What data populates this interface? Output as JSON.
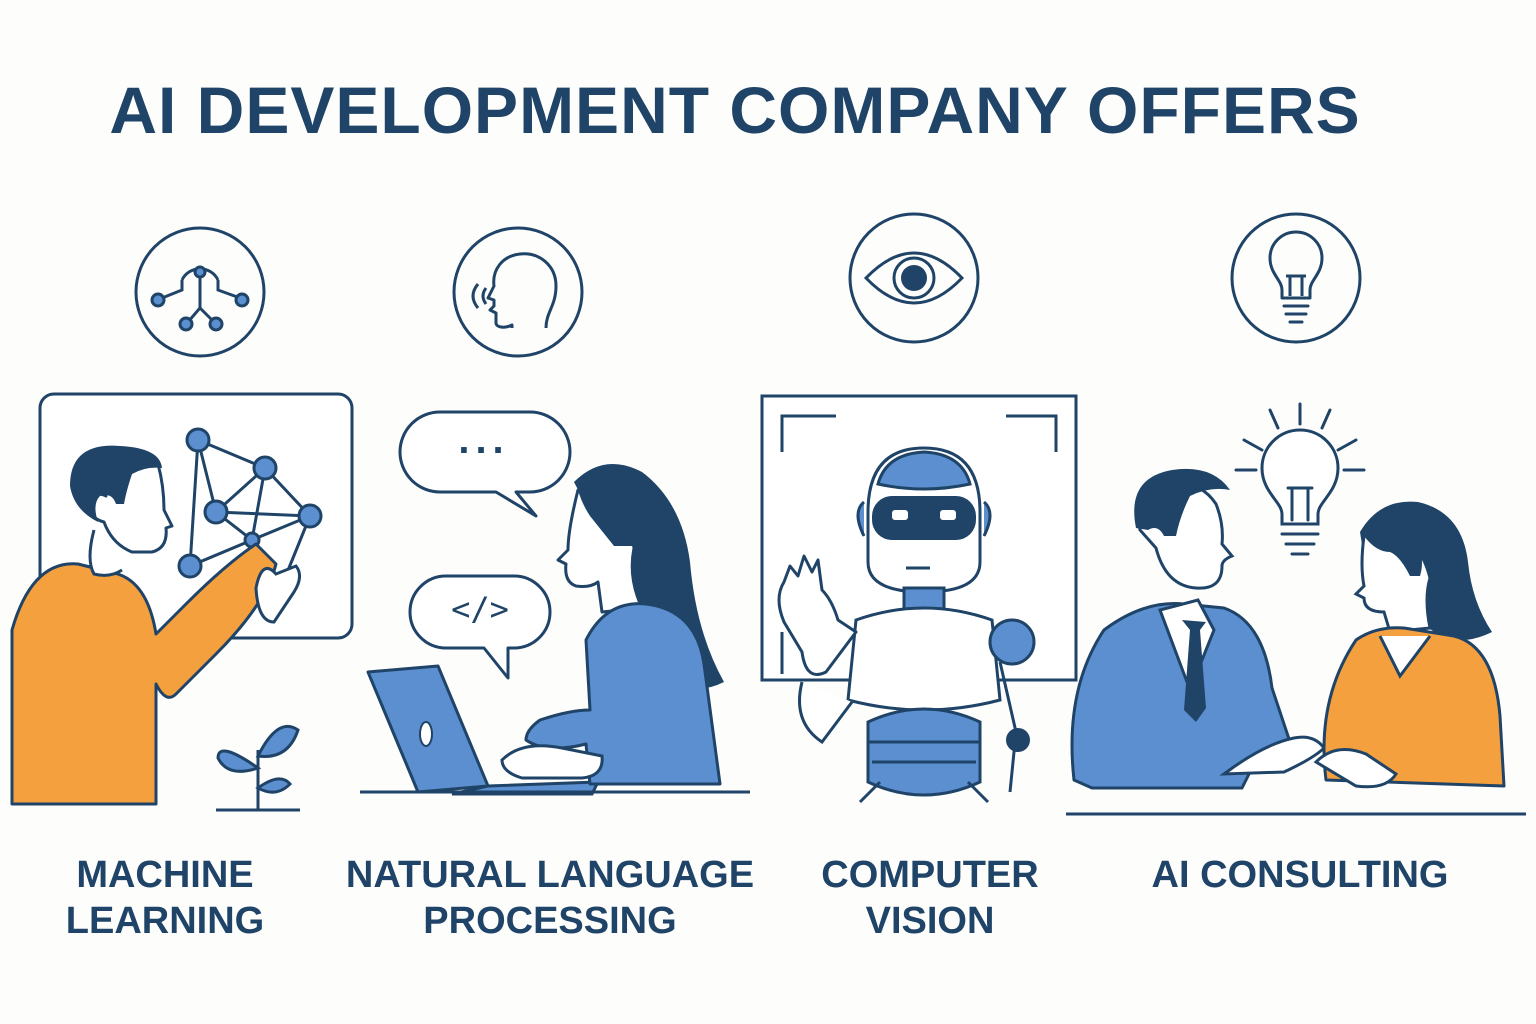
{
  "title": "AI DEVELOPMENT COMPANY OFFERS",
  "services": [
    {
      "icon": "neural-network-icon",
      "label": "MACHINE\nLEARNING"
    },
    {
      "icon": "speaking-head-icon",
      "label": "NATURAL LANGUAGE\nPROCESSING"
    },
    {
      "icon": "eye-icon",
      "label": "COMPUTER\nVISION"
    },
    {
      "icon": "lightbulb-icon",
      "label": "AI CONSULTING"
    }
  ],
  "bubbles": {
    "chat": "...",
    "code": "</>"
  },
  "colors": {
    "navy": "#1f4468",
    "blue": "#5b8fcf",
    "orange": "#f4a03f",
    "background": "#fdfdfc"
  }
}
